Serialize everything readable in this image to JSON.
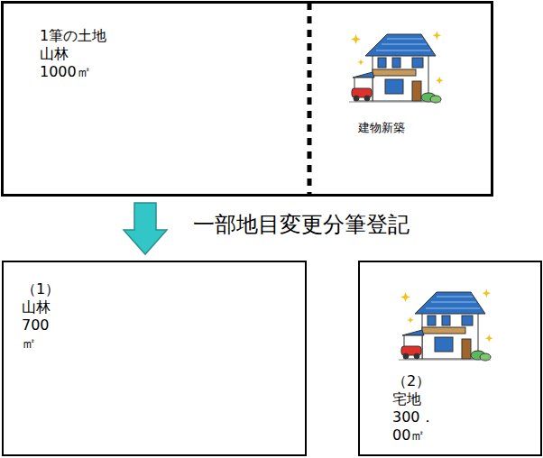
{
  "diagram": {
    "nodes": [
      {
        "text": [
          "1筆の土地 山林 1000㎡",
          "建物新築"
        ]
      },
      {
        "text": [
          "（1） 山林 700㎡"
        ]
      },
      {
        "text": [
          "（2） 宅地 300．00㎡"
        ]
      }
    ],
    "edges": [
      {
        "from": 0,
        "to": 1,
        "arrow": "to",
        "label": "一部地目変更分筆登記"
      }
    ]
  }
}
